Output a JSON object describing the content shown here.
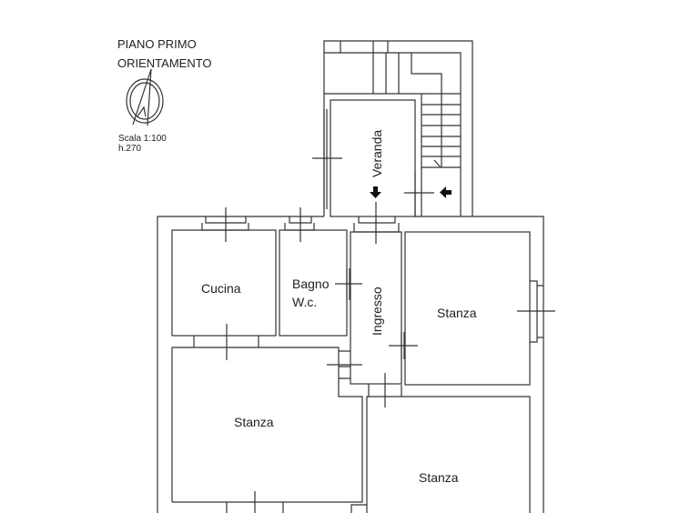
{
  "header": {
    "title": "PIANO PRIMO",
    "orientation_label": "ORIENTAMENTO",
    "scale": "Scala 1:100",
    "height": "h.270"
  },
  "rooms": {
    "veranda": "Veranda",
    "cucina": "Cucina",
    "bagno": "Bagno",
    "wc": "W.c.",
    "ingresso": "Ingresso",
    "stanza_right": "Stanza",
    "stanza_left": "Stanza",
    "stanza_bottom": "Stanza"
  },
  "icons": {
    "compass": "north-arrow-icon",
    "arrow": "arrow-icon"
  }
}
